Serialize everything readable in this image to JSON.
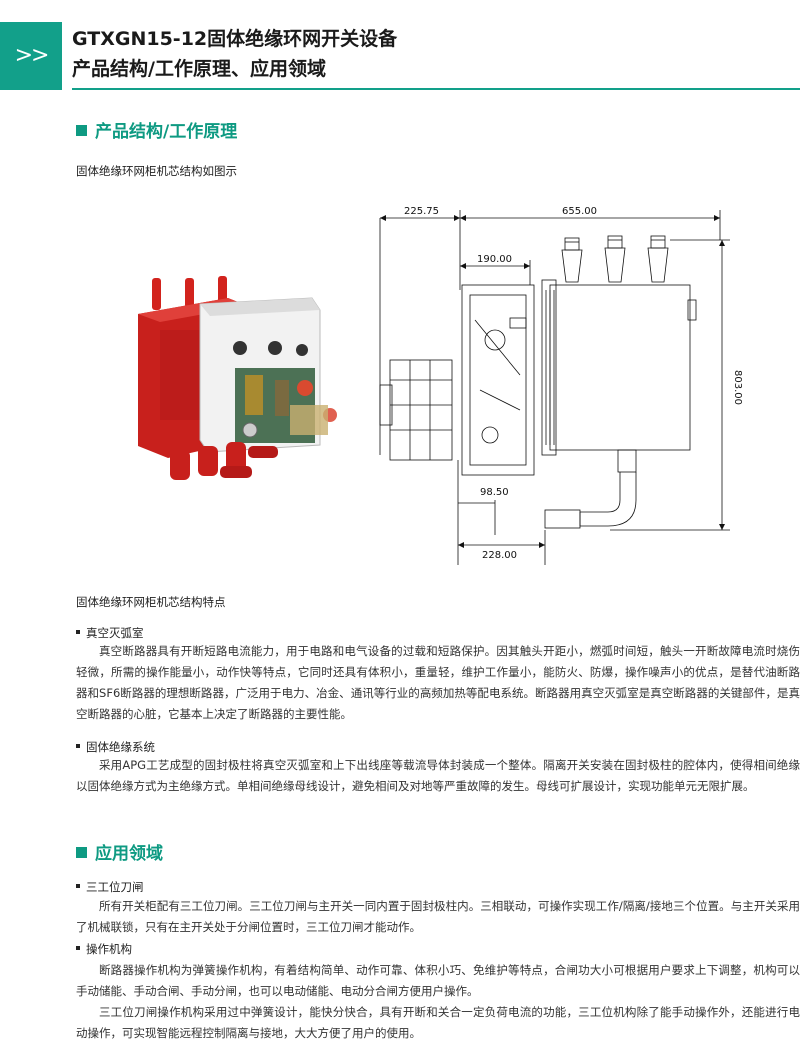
{
  "header": {
    "chevron": ">>",
    "title_line1": "GTXGN15-12固体绝缘环网开关设备",
    "title_line2": "产品结构/工作原理、应用领域"
  },
  "section1": {
    "heading": "产品结构/工作原理",
    "intro": "固体绝缘环网柜机芯结构如图示",
    "features_title": "固体绝缘环网柜机芯结构特点",
    "items": [
      {
        "title": "真空灭弧室",
        "paragraphs": [
          "真空断路器具有开断短路电流能力，用于电路和电气设备的过载和短路保护。因其触头开距小，燃弧时间短，触头一开断故障电流时烧伤轻微，所需的操作能量小，动作快等特点，它同时还具有体积小，重量轻，维护工作量小，能防火、防爆，操作噪声小的优点，是替代油断路器和SF6断路器的理想断路器，广泛用于电力、冶金、通讯等行业的高频加热等配电系统。断路器用真空灭弧室是真空断路器的关键部件，是真空断路器的心脏，它基本上决定了断路器的主要性能。"
        ]
      },
      {
        "title": "固体绝缘系统",
        "paragraphs": [
          "采用APG工艺成型的固封极柱将真空灭弧室和上下出线座等载流导体封装成一个整体。隔离开关安装在固封极柱的腔体内，使得相间绝缘以固体绝缘方式为主绝缘方式。单相间绝缘母线设计，避免相间及对地等严重故障的发生。母线可扩展设计，实现功能单元无限扩展。"
        ]
      }
    ]
  },
  "drawing": {
    "dims": [
      "225.75",
      "655.00",
      "190.00",
      "803.00",
      "98.50",
      "228.00"
    ]
  },
  "section2": {
    "heading": "应用领域",
    "items": [
      {
        "title": "三工位刀闸",
        "paragraphs": [
          "所有开关柜配有三工位刀闸。三工位刀闸与主开关一同内置于固封极柱内。三相联动，可操作实现工作/隔离/接地三个位置。与主开关采用了机械联锁，只有在主开关处于分闸位置时，三工位刀闸才能动作。"
        ]
      },
      {
        "title": "操作机构",
        "paragraphs": [
          "断路器操作机构为弹簧操作机构，有着结构简单、动作可靠、体积小巧、免维护等特点，合闸功大小可根据用户要求上下调整，机构可以手动储能、手动合闸、手动分闸，也可以电动储能、电动分合闸方便用户操作。",
          "三工位刀闸操作机构采用过中弹簧设计，能快分快合，具有开断和关合一定负荷电流的功能，三工位机构除了能手动操作外，还能进行电动操作，可实现智能远程控制隔离与接地，大大方便了用户的使用。"
        ]
      }
    ]
  },
  "colors": {
    "accent": "#12a08a",
    "housing_red": "#c8201c"
  }
}
